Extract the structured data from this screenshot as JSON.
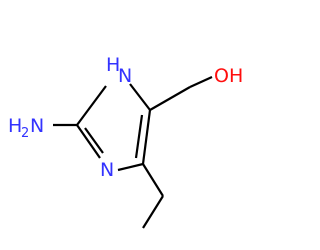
{
  "molecule": {
    "atoms": {
      "amine_n": "H",
      "amine_n_sub": "2",
      "amine_n_letter": "N",
      "ring_nh_h": "H",
      "ring_nh_n": "N",
      "ring_n": "N",
      "hydroxyl": "OH"
    },
    "colors": {
      "bond": "#000000",
      "nitrogen": "#3333ff",
      "oxygen": "#ff0d0d"
    }
  }
}
